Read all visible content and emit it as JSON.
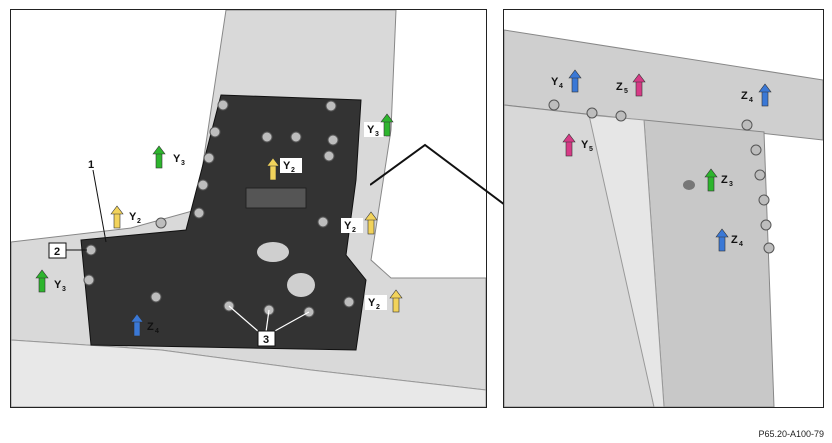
{
  "reference_code": "P65.20-A100-79",
  "colors": {
    "green": "#2db52d",
    "yellow": "#f2d35b",
    "blue": "#3a78d6",
    "pink": "#d63a86",
    "dark_panel": "#2f2f2f",
    "light_metal": "#d8d8d8"
  },
  "left": {
    "callouts": [
      {
        "id": "1",
        "text": "1"
      },
      {
        "id": "2",
        "text": "2"
      },
      {
        "id": "3",
        "text": "3"
      }
    ],
    "rivet_labels": [
      {
        "letter": "Y",
        "sub": "3",
        "color": "green"
      },
      {
        "letter": "Y",
        "sub": "3",
        "color": "green"
      },
      {
        "letter": "Y",
        "sub": "2",
        "color": "yellow"
      },
      {
        "letter": "Y",
        "sub": "2",
        "color": "yellow"
      },
      {
        "letter": "Y",
        "sub": "2",
        "color": "yellow"
      },
      {
        "letter": "Y",
        "sub": "3",
        "color": "green"
      },
      {
        "letter": "Z",
        "sub": "4",
        "color": "blue"
      },
      {
        "letter": "Y",
        "sub": "2",
        "color": "yellow"
      }
    ]
  },
  "right": {
    "rivet_labels": [
      {
        "letter": "Y",
        "sub": "4",
        "color": "blue"
      },
      {
        "letter": "Z",
        "sub": "5",
        "color": "pink"
      },
      {
        "letter": "Z",
        "sub": "4",
        "color": "blue"
      },
      {
        "letter": "Y",
        "sub": "5",
        "color": "pink"
      },
      {
        "letter": "Z",
        "sub": "3",
        "color": "green"
      },
      {
        "letter": "Z",
        "sub": "4",
        "color": "blue"
      }
    ]
  }
}
